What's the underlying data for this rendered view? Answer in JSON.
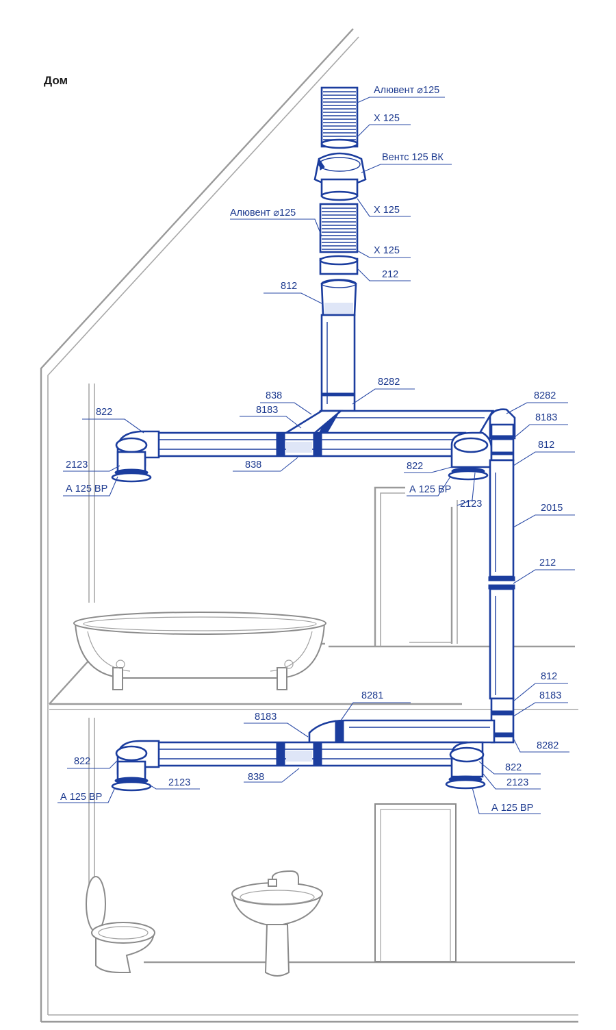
{
  "title": "Дом",
  "colors": {
    "duct": "#1b3d9e",
    "label": "#1d3a8f",
    "walls": "#9a9a9a"
  },
  "labels": {
    "aluvent_top": "Алювент ⌀125",
    "x125_a": "Х 125",
    "vents": "Вентс 125 ВК",
    "x125_b": "Х 125",
    "aluvent_mid": "Алювент ⌀125",
    "x125_c": "Х 125",
    "c212_top": "212",
    "c812_top": "812",
    "c8282_top": "8282",
    "c838_top": "838",
    "c8183_top": "8183",
    "c822_left_top": "822",
    "c8282_right": "8282",
    "c8183_right": "8183",
    "c812_right": "812",
    "c2123_left_top": "2123",
    "a125_left_top": "А 125 ВР",
    "c838_top_low": "838",
    "c822_mid_top": "822",
    "a125_mid_top": "А 125 ВР",
    "c2123_mid_top": "2123",
    "c2015": "2015",
    "c212_right": "212",
    "c812_right_low": "812",
    "c8281": "8281",
    "c8183_right_low": "8183",
    "c8183_low": "8183",
    "c8282_right_low": "8282",
    "c822_left_low": "822",
    "c2123_left_low": "2123",
    "c838_low": "838",
    "c822_right_low": "822",
    "c2123_right_low": "2123",
    "a125_left_low": "А 125 ВР",
    "a125_right_low": "А 125 ВР"
  }
}
